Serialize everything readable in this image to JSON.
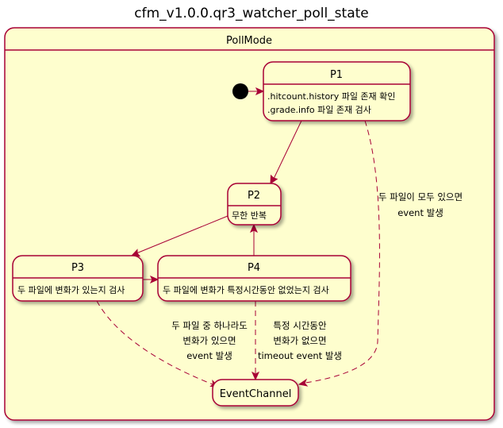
{
  "title": "cfm_v1.0.0.qr3_watcher_poll_state",
  "composite": {
    "name": "PollMode"
  },
  "states": {
    "p1": {
      "name": "P1",
      "desc": [
        ".hitcount.history 파일 존재 확인",
        ".grade.info 파일 존재 검사"
      ]
    },
    "p2": {
      "name": "P2",
      "desc": [
        "무한 반복"
      ]
    },
    "p3": {
      "name": "P3",
      "desc": [
        "두 파일에 변화가 있는지 검사"
      ]
    },
    "p4": {
      "name": "P4",
      "desc": [
        "두 파일에 변화가 특정시간동안 없었는지 검사"
      ]
    },
    "event_channel": {
      "name": "EventChannel"
    }
  },
  "transitions": {
    "p1_to_event": [
      "두 파일이 모두 있으면",
      "event 발생"
    ],
    "p3_to_event": [
      "두 파일 중 하나라도",
      "변화가 있으면",
      "event 발생"
    ],
    "p4_to_event": [
      "특정 시간동안",
      "변화가 없으면",
      "timeout event 발생"
    ]
  },
  "colors": {
    "fill": "#FEFECE",
    "border": "#A80036",
    "start": "#000000"
  }
}
